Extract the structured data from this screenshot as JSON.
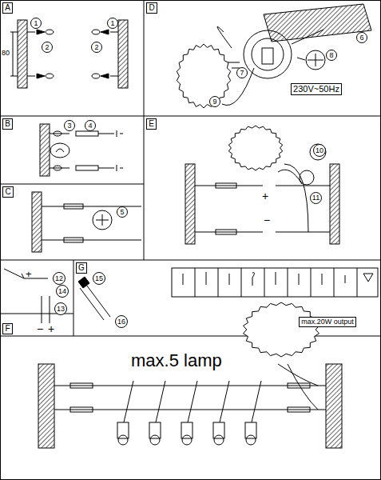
{
  "diagram": {
    "nodes": [
      {
        "text": [
          "A"
        ]
      },
      {
        "text": [
          "B"
        ]
      },
      {
        "text": [
          "C"
        ]
      },
      {
        "text": [
          "D"
        ]
      },
      {
        "text": [
          "E"
        ]
      },
      {
        "text": [
          "F"
        ]
      },
      {
        "text": [
          "G"
        ]
      },
      {
        "text": [
          "230V~50Hz"
        ]
      },
      {
        "text": [
          "max.20W output"
        ]
      }
    ],
    "labels": [
      "1",
      "2",
      "1",
      "2",
      "80",
      "3",
      "4",
      "5",
      "6",
      "7",
      "8",
      "9",
      "+",
      "−",
      "10",
      "11",
      "12",
      "14",
      "13",
      "+",
      "−",
      "+",
      "15",
      "16",
      "max.5 lamp"
    ]
  }
}
